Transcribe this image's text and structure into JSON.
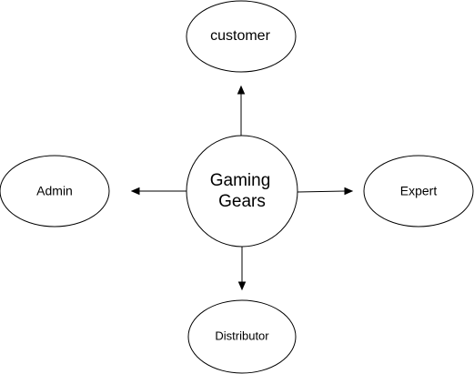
{
  "diagram": {
    "center": {
      "label_line1": "Gaming",
      "label_line2": "Gears"
    },
    "nodes": {
      "customer": "customer",
      "admin": "Admin",
      "expert": "Expert",
      "distributor": "Distributor"
    },
    "colors": {
      "stroke": "#000000",
      "fill": "#ffffff"
    }
  }
}
